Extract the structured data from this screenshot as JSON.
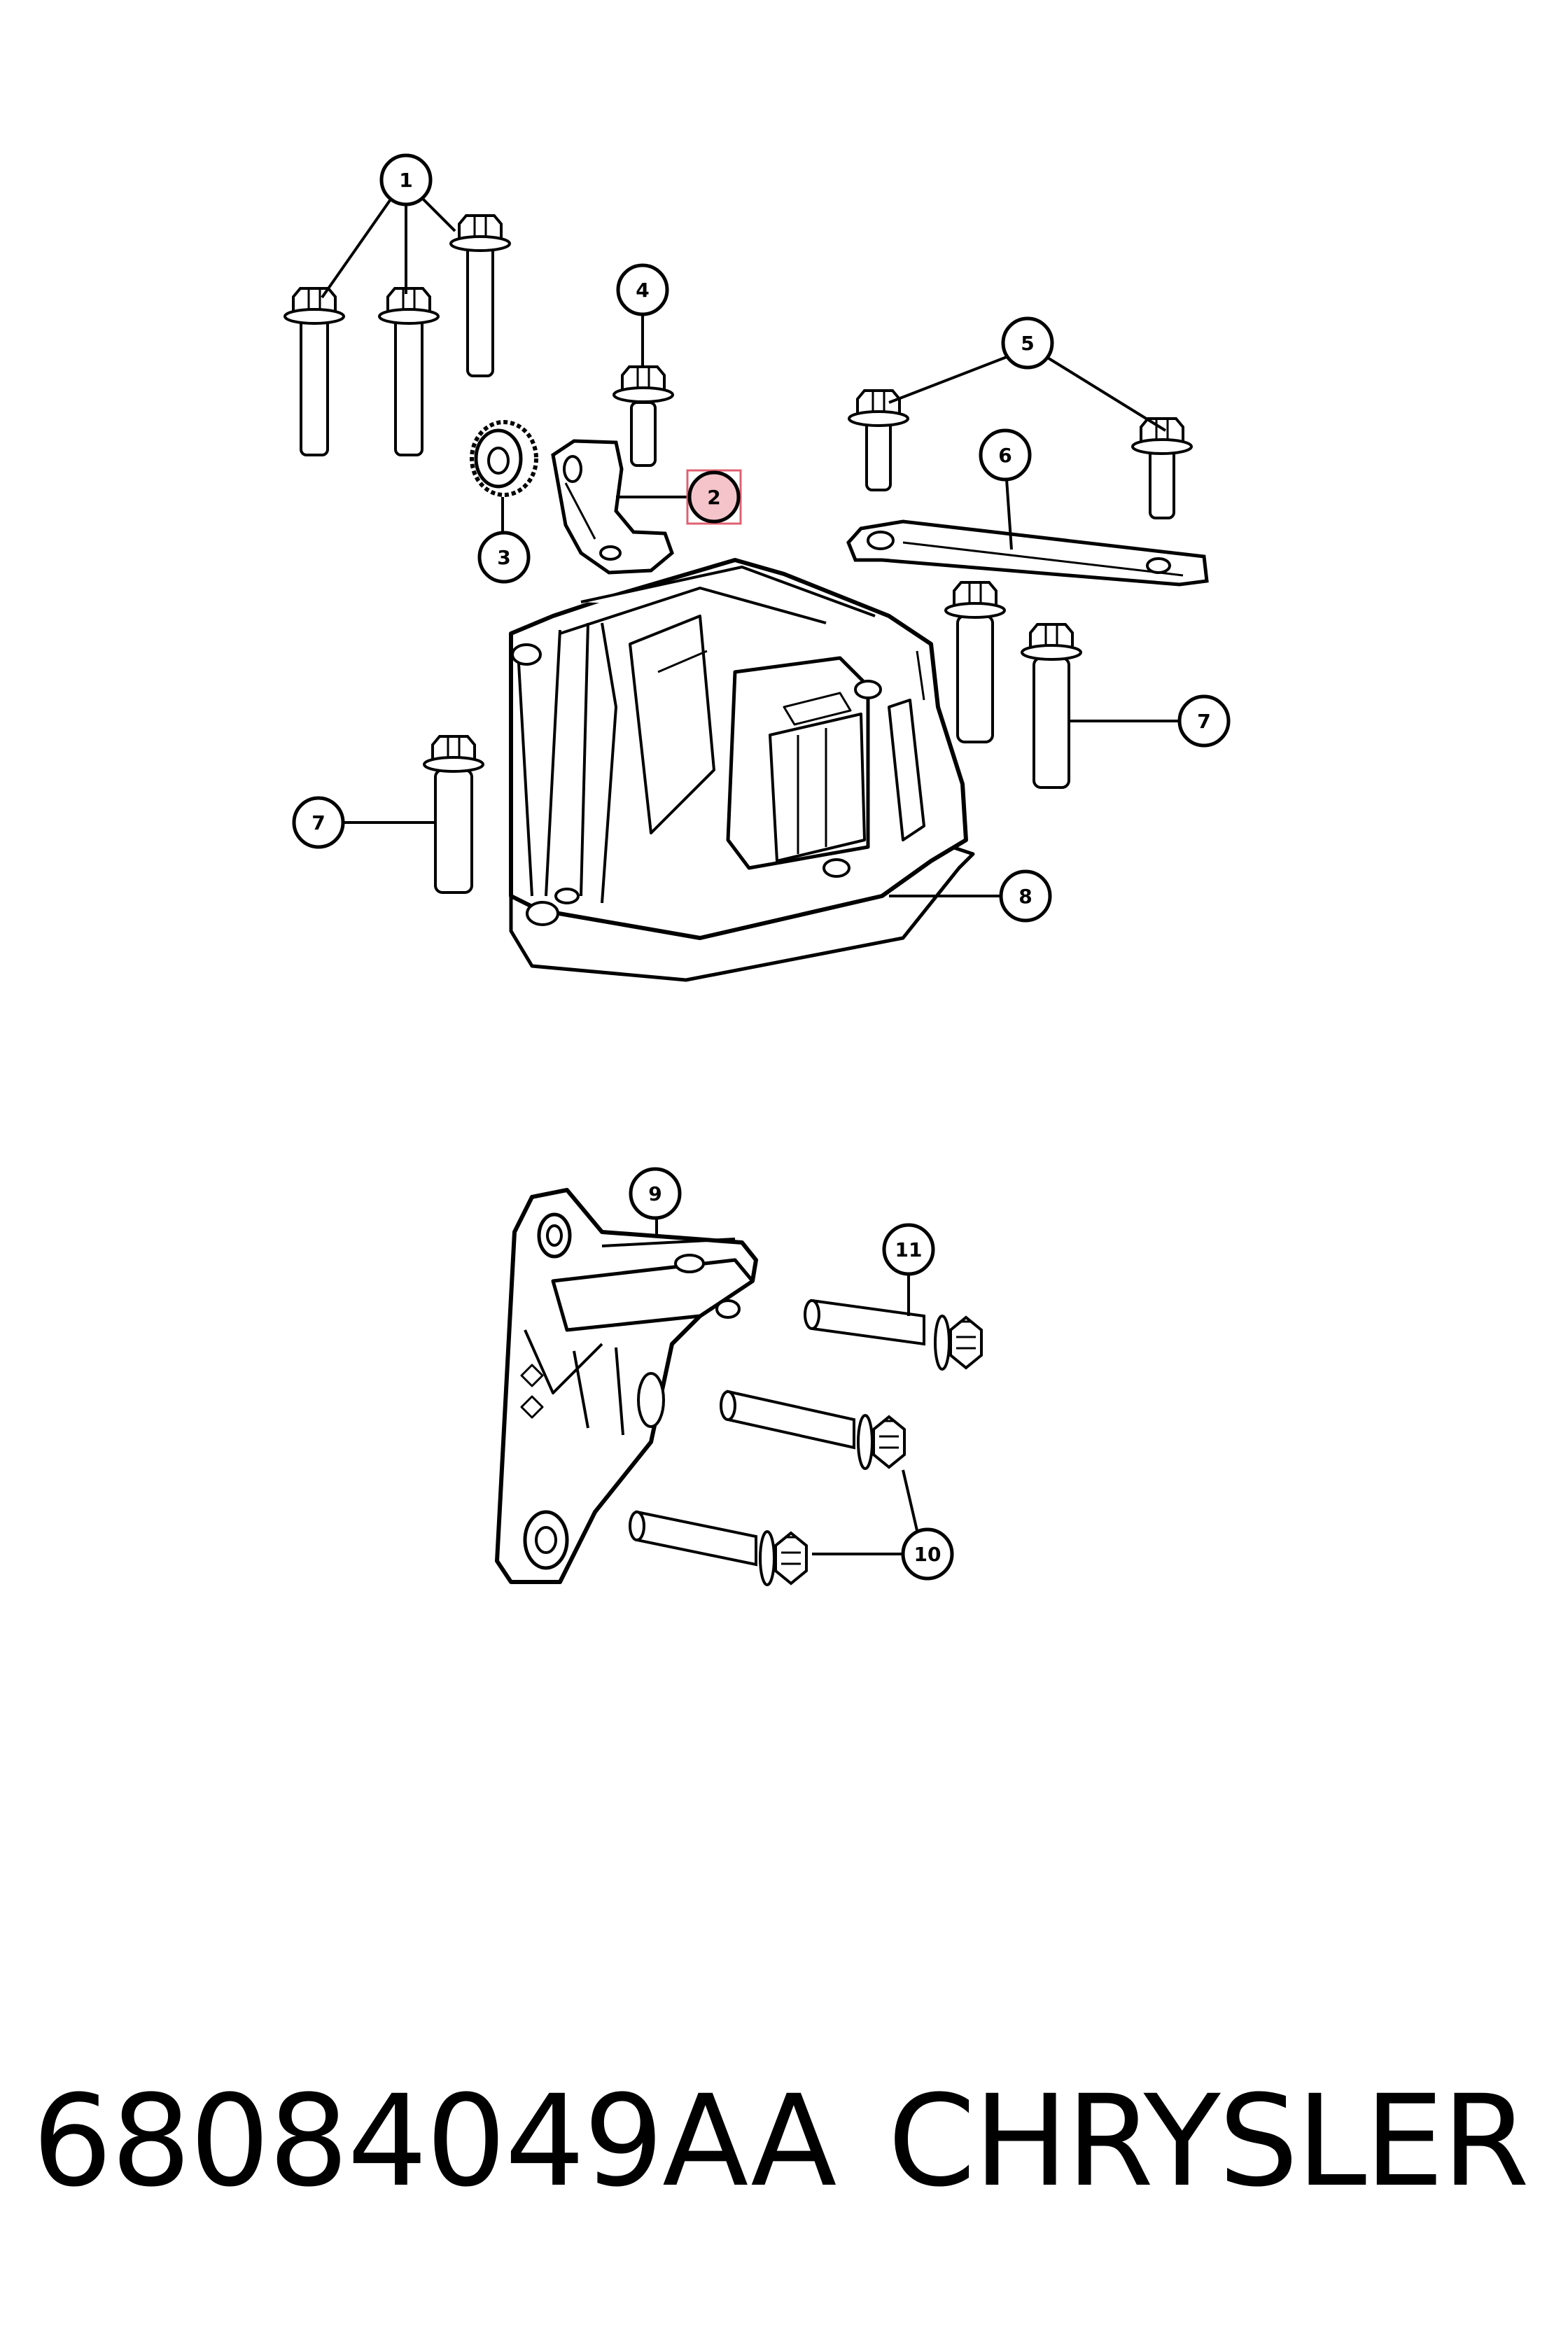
{
  "callouts": {
    "c1": "1",
    "c2": "2",
    "c3": "3",
    "c4": "4",
    "c5": "5",
    "c6": "6",
    "c7a": "7",
    "c7b": "7",
    "c8": "8",
    "c9": "9",
    "c10": "10",
    "c11": "11"
  },
  "highlight_color": "#e06070",
  "footer": {
    "part_number": "68084049AA",
    "brand": "CHRYSLER"
  }
}
